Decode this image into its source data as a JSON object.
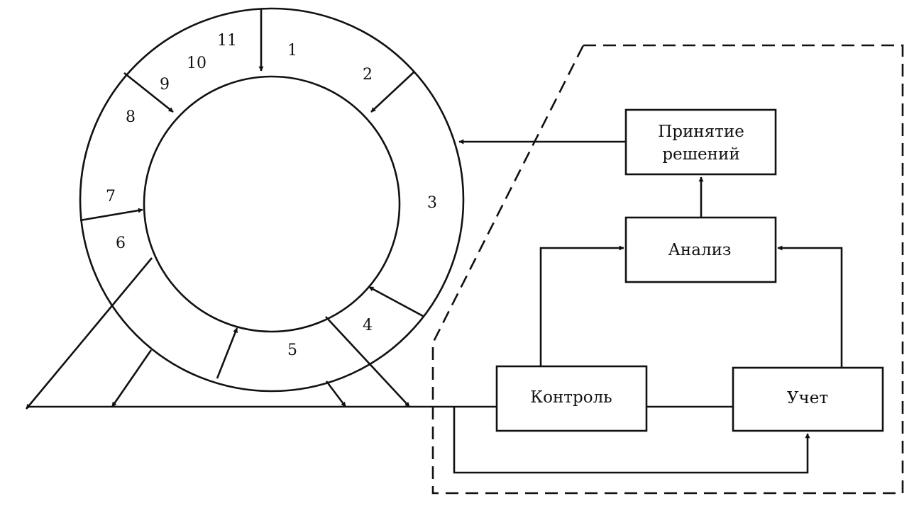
{
  "segment_labels": [
    "1",
    "2",
    "3",
    "4",
    "5",
    "6",
    "7",
    "8",
    "9",
    "10",
    "11"
  ],
  "blocks": {
    "decisions": [
      "Принятие",
      "решений"
    ],
    "analysis": "Анализ",
    "control": "Контроль",
    "accounting": "Учет"
  }
}
